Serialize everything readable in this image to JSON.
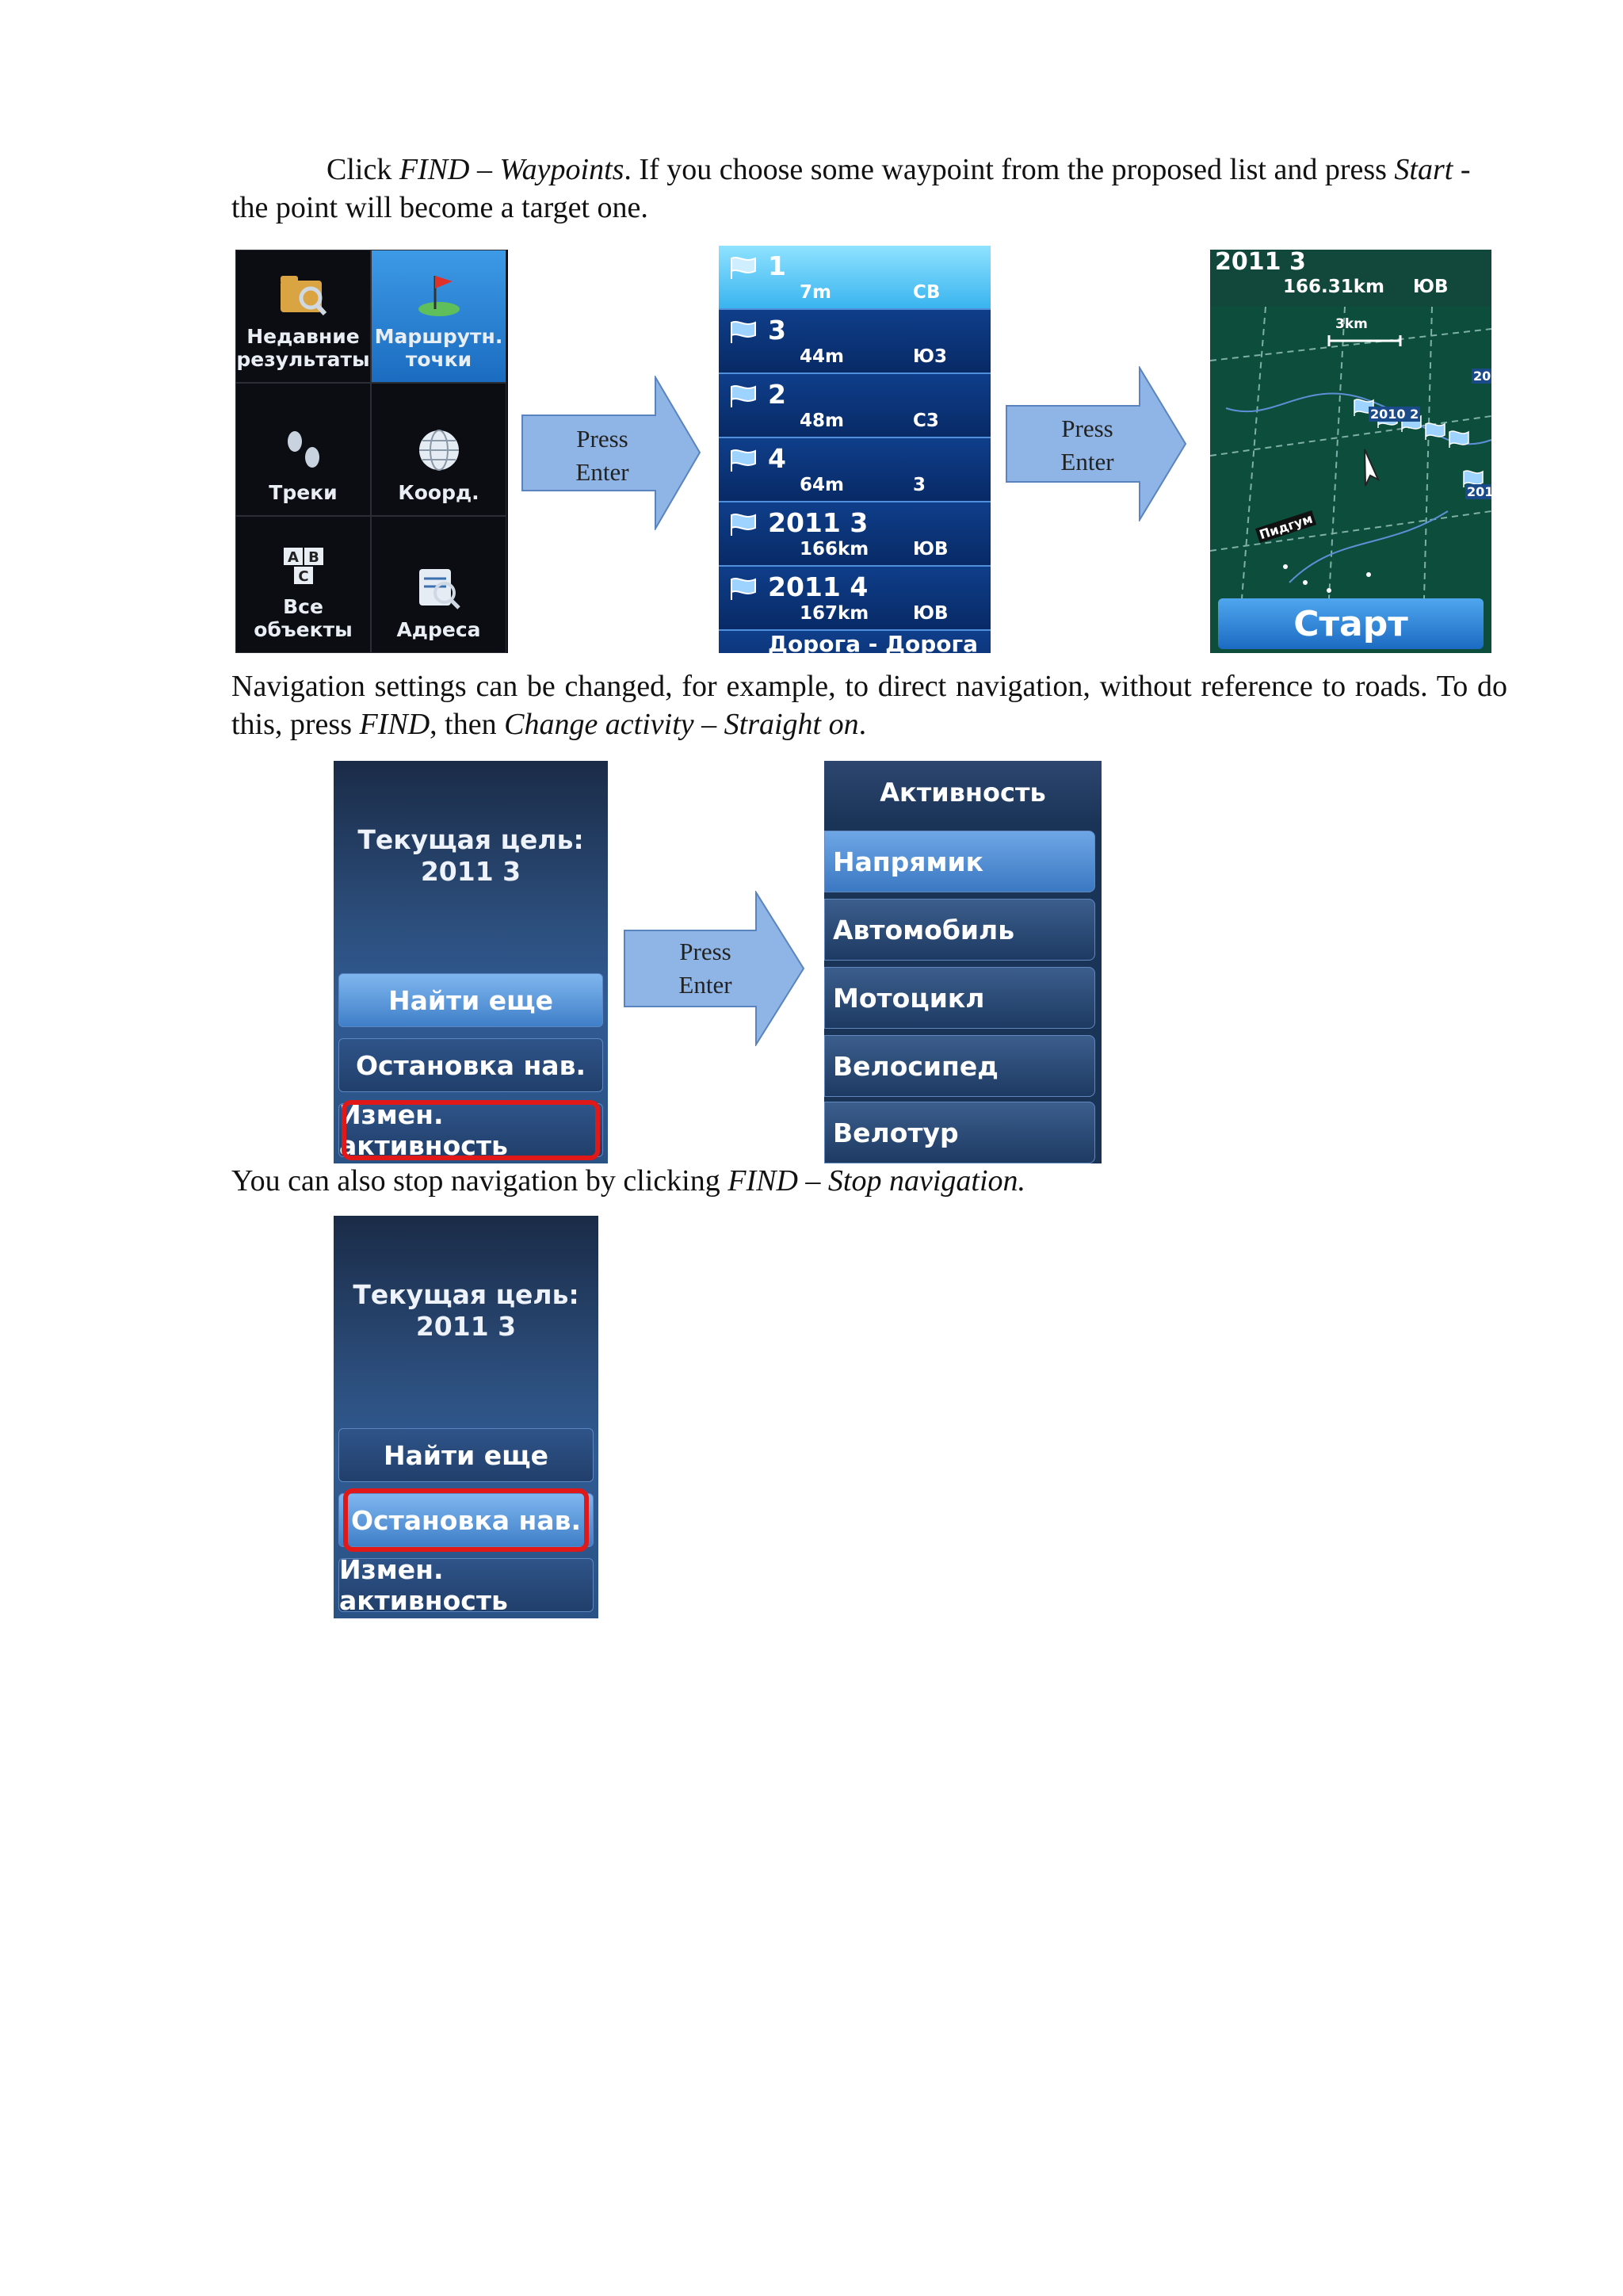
{
  "paragraph1": {
    "t1": "Click ",
    "find": "FIND",
    "t2": " – ",
    "waypoints": "Waypoints",
    "t3": ". If you choose some waypoint from the proposed list and press ",
    "start": "Start",
    "t4": " - the point will become a target one."
  },
  "grid_menu": {
    "items": [
      {
        "label": "Недавние результаты",
        "icon": "folder-search-icon"
      },
      {
        "label": "Маршрутн. точки",
        "icon": "flag-icon"
      },
      {
        "label": "Треки",
        "icon": "footprints-icon"
      },
      {
        "label": "Коорд.",
        "icon": "globe-icon"
      },
      {
        "label": "Все объекты",
        "icon": "abc-book-icon"
      },
      {
        "label": "Адреса",
        "icon": "address-magnifier-icon"
      }
    ]
  },
  "arrow1": {
    "line1": "Press",
    "line2": "Enter"
  },
  "waypoint_list": {
    "items": [
      {
        "name": "1",
        "distance": "7m",
        "direction": "CB"
      },
      {
        "name": "3",
        "distance": "44m",
        "direction": "Ю3"
      },
      {
        "name": "2",
        "distance": "48m",
        "direction": "C3"
      },
      {
        "name": "4",
        "distance": "64m",
        "direction": "3"
      },
      {
        "name": "2011 3",
        "distance": "166km",
        "direction": "ЮB"
      },
      {
        "name": "2011 4",
        "distance": "167km",
        "direction": "ЮB"
      },
      {
        "name": "Дорога - Дорога",
        "distance": "",
        "direction": ""
      }
    ]
  },
  "arrow2": {
    "line1": "Press",
    "line2": "Enter"
  },
  "map": {
    "title": "2011 3",
    "distance": "166.31km",
    "direction": "ЮB",
    "scale": "3km",
    "point_label": "2010 2",
    "place_label": "Пидгум",
    "side_label_1": "20",
    "side_label_2": "201",
    "start_button": "Старт"
  },
  "paragraph2": {
    "t1": "Navigation settings can be changed, for example, to direct navigation, without reference to roads. To do this, press ",
    "find": "FIND",
    "t2": ", then ",
    "change": "Change activity – Straight on",
    "t3": "."
  },
  "target_menu_1": {
    "title_line1": "Текущая цель:",
    "title_line2": "2011 3",
    "buttons": [
      "Найти еще",
      "Остановка нав.",
      "Измен. активность"
    ]
  },
  "arrow3": {
    "line1": "Press",
    "line2": "Enter"
  },
  "activity_menu": {
    "title": "Активность",
    "items": [
      "Напрямик",
      "Автомобиль",
      "Мотоцикл",
      "Велосипед",
      "Велотур"
    ]
  },
  "paragraph3": {
    "t1": "You can also stop navigation by clicking ",
    "find_stop": "FIND – Stop navigation.",
    "t2": ""
  },
  "target_menu_2": {
    "title_line1": "Текущая цель:",
    "title_line2": "2011 3",
    "buttons": [
      "Найти еще",
      "Остановка нав.",
      "Измен. активность"
    ]
  },
  "colors": {
    "arrow_fill": "#8fb5e6",
    "arrow_stroke": "#5a84c0",
    "highlight_box": "#e01818",
    "selected_blue": "#3d9ae6"
  }
}
